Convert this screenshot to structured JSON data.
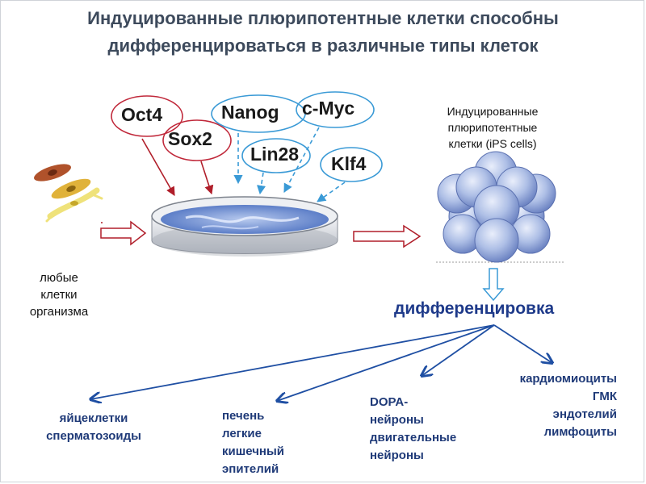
{
  "title": {
    "line1": "Индуцированные плюрипотентные клетки способны",
    "line2": "дифференцироваться в различные типы клеток"
  },
  "factors": [
    "Oct4",
    "Sox2",
    "Nanog",
    "c-Myc",
    "Lin28",
    "Klf4"
  ],
  "ips_label": [
    "Индуцированные",
    "плюрипотентные",
    "клетки (iPS cells)"
  ],
  "body_cells_label": [
    "любые",
    "клетки",
    "организма"
  ],
  "differentiation_label": "дифференцировка",
  "cell_groups": [
    {
      "lines": [
        "яйцеклетки",
        "сперматозоиды"
      ]
    },
    {
      "lines": [
        "печень",
        "легкие",
        "кишечный",
        "эпителий"
      ]
    },
    {
      "lines": [
        "DOPA-",
        "нейроны",
        "двигательные",
        "нейроны"
      ]
    },
    {
      "lines": [
        "кардиомиоциты",
        "ГМК",
        "эндотелий",
        "лимфоциты"
      ]
    }
  ],
  "colors": {
    "title": "#3d4a5c",
    "red_arrow": "#b01e2a",
    "blue_arrow": "#1f4fa3",
    "ellipse_red": "#c0283a",
    "ellipse_blue": "#3a9ad6",
    "text_blue": "#1f3a78"
  }
}
